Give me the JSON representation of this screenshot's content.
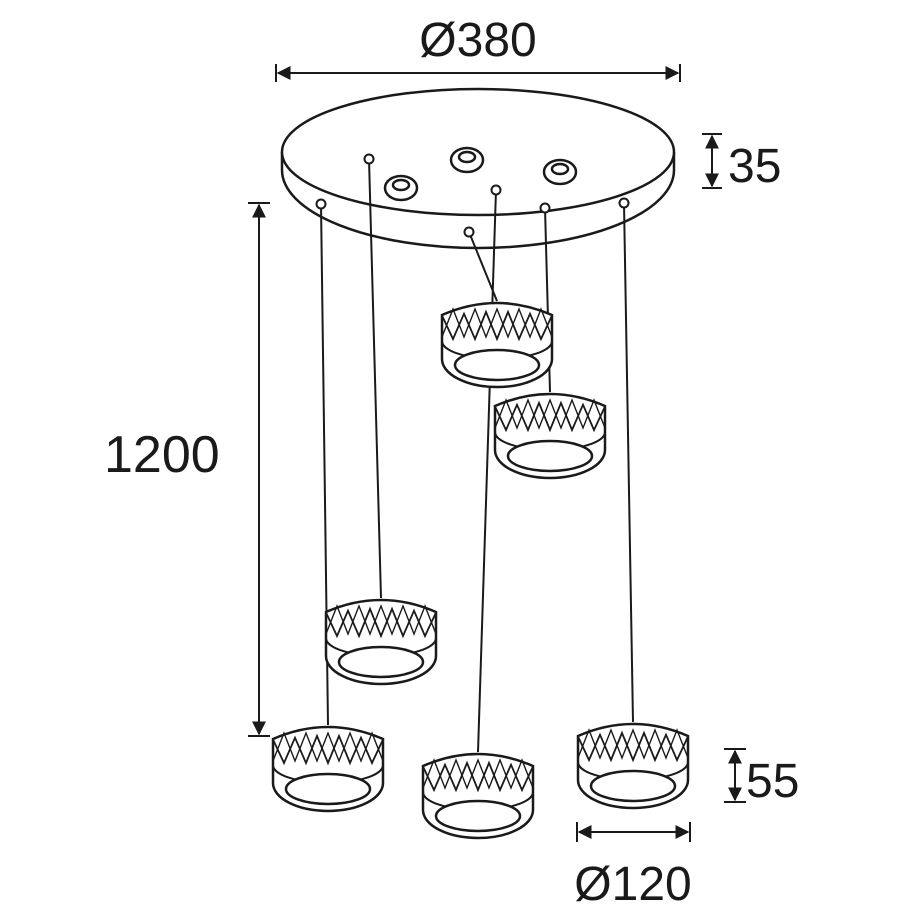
{
  "dimensions": {
    "canopy_diameter": "Ø380",
    "canopy_height": "35",
    "drop_length": "1200",
    "shade_height": "55",
    "shade_diameter": "Ø120"
  },
  "colors": {
    "line": "#1a1a1a",
    "background": "#ffffff"
  }
}
